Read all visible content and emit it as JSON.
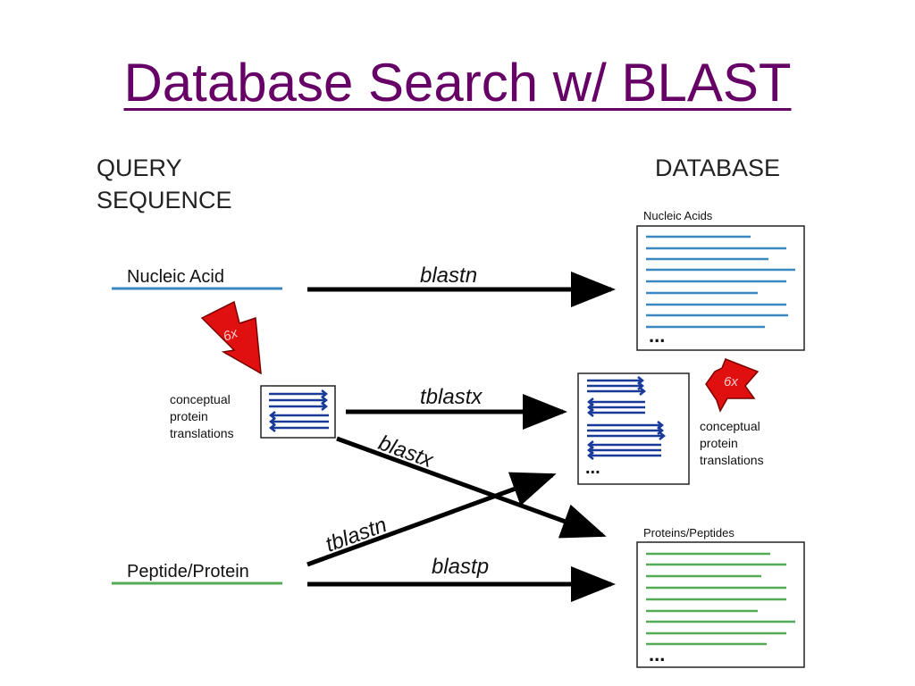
{
  "title": "Database Search w/ BLAST",
  "headers": {
    "query": [
      "QUERY",
      "SEQUENCE"
    ],
    "database": "DATABASE"
  },
  "query_labels": {
    "nucleic_acid": "Nucleic Acid",
    "peptide_protein": "Peptide/Protein"
  },
  "translation_label": [
    "conceptual",
    "protein",
    "translations"
  ],
  "db_labels": {
    "nucleic_acids": "Nucleic Acids",
    "proteins_peptides": "Proteins/Peptides"
  },
  "programs": {
    "blastn": "blastn",
    "tblastx": "tblastx",
    "blastx": "blastx",
    "tblastn": "tblastn",
    "blastp": "blastp"
  },
  "frames_badge": "6x",
  "ellipsis": "...",
  "colors": {
    "title": "#660066",
    "nucleic": "#3a88c0",
    "protein": "#55aa55",
    "translation": "#1a3a9a",
    "badge": "#e01010"
  }
}
